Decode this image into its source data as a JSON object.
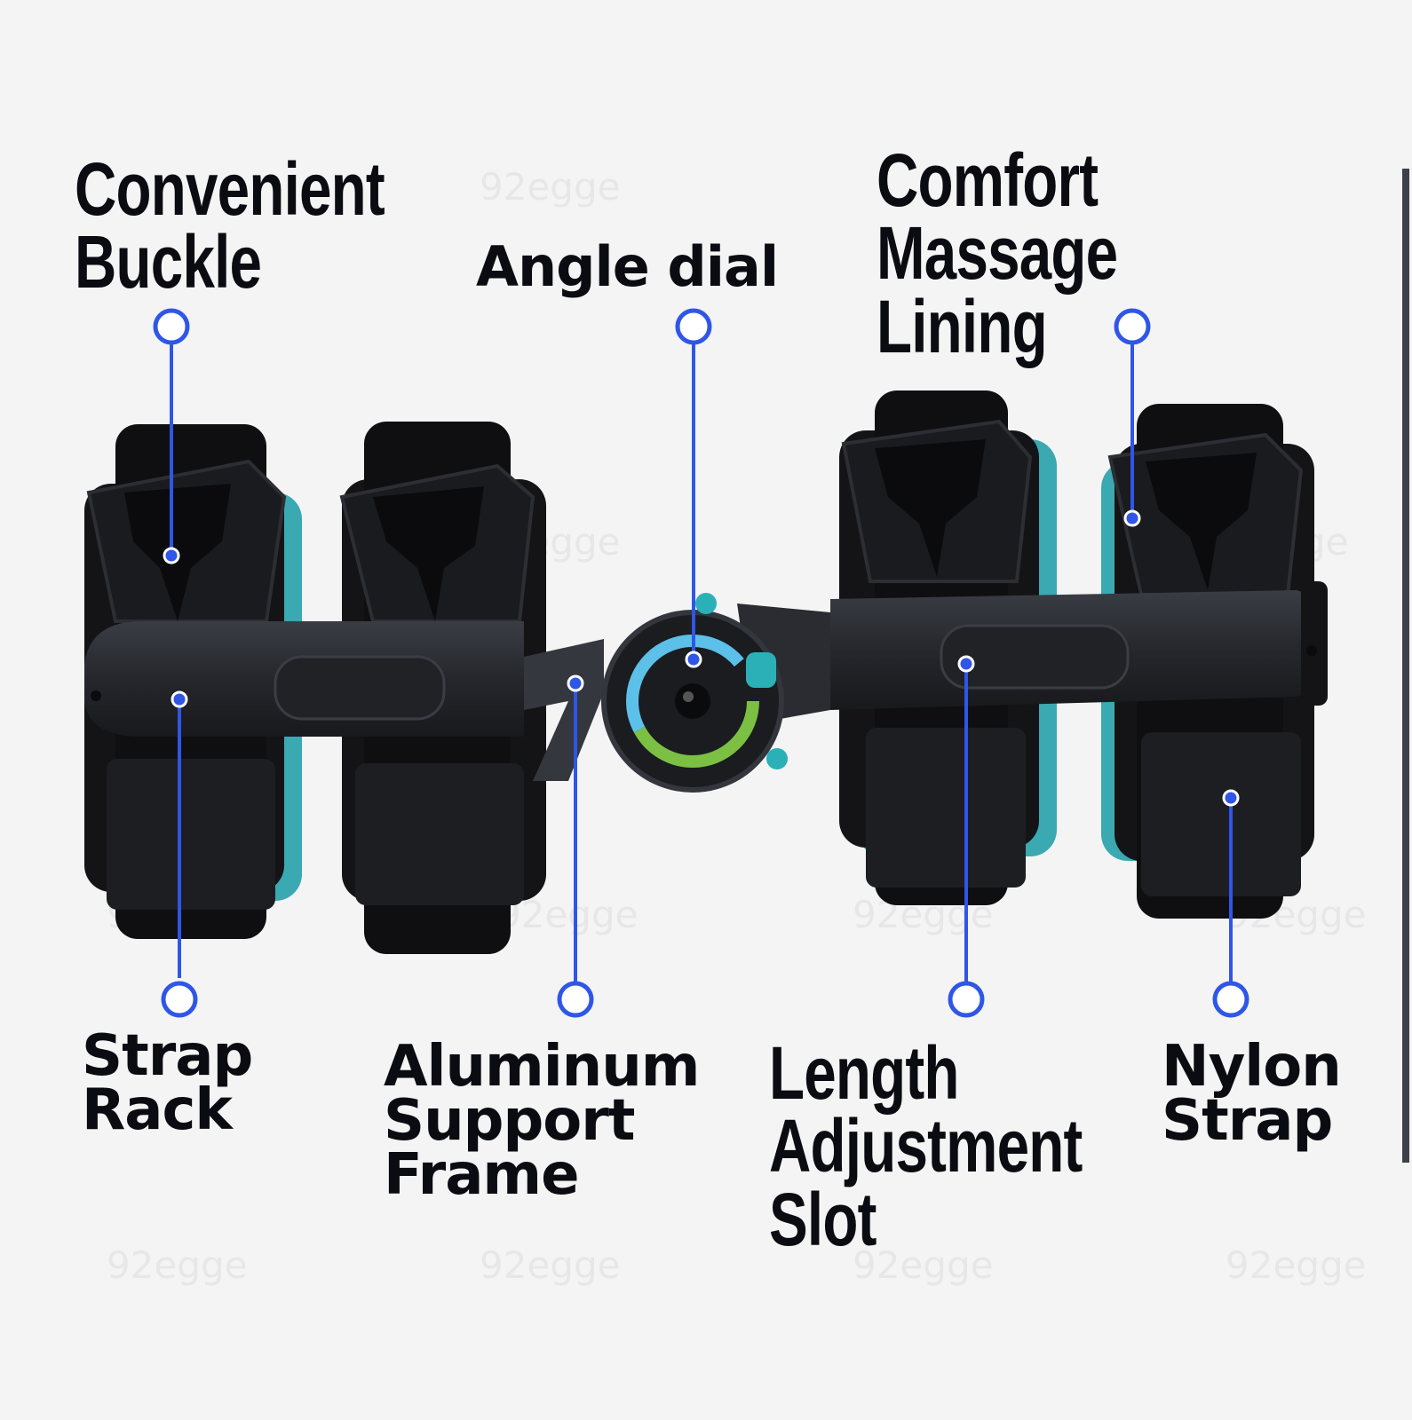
{
  "labels": {
    "convenient_buckle": [
      "Convenient",
      "Buckle"
    ],
    "angle_dial": "Angle dial",
    "comfort_massage_lining": [
      "Comfort Massage",
      "Lining"
    ],
    "strap_rack": [
      "Strap",
      "Rack"
    ],
    "aluminum_support_frame": [
      "Aluminum",
      "Support",
      "Frame"
    ],
    "length_adjustment_slot": [
      "Length",
      "Adjustment",
      "Slot"
    ],
    "nylon_strap": [
      "Nylon",
      "Strap"
    ]
  },
  "colors": {
    "callout": "#2f56e6",
    "strap": "#111114",
    "frame": "#2a2c31",
    "lining": "#3aa9b2",
    "dial_green": "#7bc043",
    "dial_blue": "#5cc0e8",
    "knob": "#2bb0b8"
  }
}
